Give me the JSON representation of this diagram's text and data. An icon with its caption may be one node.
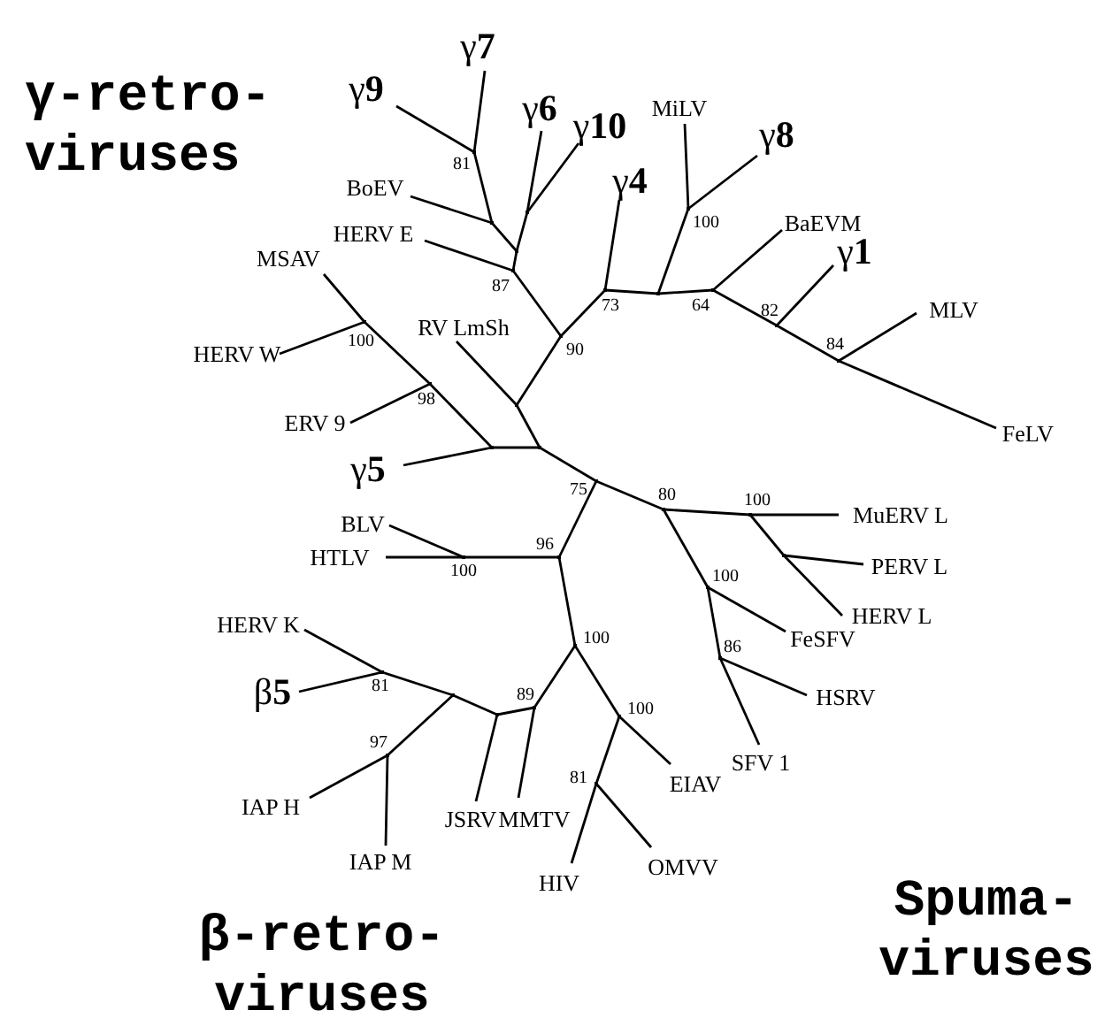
{
  "diagram": {
    "nodes": [
      {
        "text": [
          "γ**7**"
        ]
      },
      {
        "text": [
          "γ**9**"
        ]
      },
      {
        "text": [
          "γ**6**"
        ]
      },
      {
        "text": [
          "γ**10**"
        ]
      },
      {
        "text": [
          "BoEV"
        ]
      },
      {
        "text": [
          "HERV E"
        ]
      },
      {
        "text": [
          "MiLV"
        ]
      },
      {
        "text": [
          "γ**8**"
        ]
      },
      {
        "text": [
          "γ**4**"
        ]
      },
      {
        "text": [
          "BaEVM"
        ]
      },
      {
        "text": [
          "γ**1**"
        ]
      },
      {
        "text": [
          "MLV"
        ]
      },
      {
        "text": [
          "MSAV"
        ]
      },
      {
        "text": [
          "HERV W"
        ]
      },
      {
        "text": [
          "RV LmSh"
        ]
      },
      {
        "text": [
          "ERV 9"
        ]
      },
      {
        "text": [
          "FeLV"
        ]
      },
      {
        "text": [
          "γ**5**"
        ]
      },
      {
        "text": [
          "BLV"
        ]
      },
      {
        "text": [
          "MuERV L"
        ]
      },
      {
        "text": [
          "HTLV"
        ]
      },
      {
        "text": [
          "PERV L"
        ]
      },
      {
        "text": [
          "HERV L"
        ]
      },
      {
        "text": [
          "HERV K"
        ]
      },
      {
        "text": [
          "FeSFV"
        ]
      },
      {
        "text": [
          "β**5**"
        ]
      },
      {
        "text": [
          "HSRV"
        ]
      },
      {
        "text": [
          "SFV 1"
        ]
      },
      {
        "text": [
          "EIAV"
        ]
      },
      {
        "text": [
          "IAP H"
        ]
      },
      {
        "text": [
          "JSRV"
        ]
      },
      {
        "text": [
          "MMTV"
        ]
      },
      {
        "text": [
          "IAP M"
        ]
      },
      {
        "text": [
          "HIV"
        ]
      },
      {
        "text": [
          "OMVV"
        ]
      },
      {
        "text": [],
        "shape": "point"
      },
      {
        "text": [],
        "shape": "point",
        "beside": [
          "90"
        ]
      },
      {
        "text": [],
        "shape": "point",
        "beside": [
          "87"
        ]
      },
      {
        "text": [],
        "shape": "point"
      },
      {
        "text": [],
        "shape": "point"
      },
      {
        "text": [],
        "shape": "point",
        "beside": [
          "81"
        ]
      },
      {
        "text": [],
        "shape": "point"
      },
      {
        "text": [],
        "shape": "point",
        "beside": [
          "73"
        ]
      },
      {
        "text": [],
        "shape": "point"
      },
      {
        "text": [],
        "shape": "point",
        "beside": [
          "100"
        ]
      },
      {
        "text": [],
        "shape": "point",
        "beside": [
          "64"
        ]
      },
      {
        "text": [],
        "shape": "point",
        "beside": [
          "82"
        ]
      },
      {
        "text": [],
        "shape": "point",
        "beside": [
          "84"
        ]
      },
      {
        "text": [],
        "shape": "point",
        "beside": [
          "100"
        ]
      },
      {
        "text": [],
        "shape": "point",
        "beside": [
          "98"
        ]
      },
      {
        "text": [],
        "shape": "point"
      },
      {
        "text": [],
        "shape": "point"
      },
      {
        "text": [],
        "shape": "point",
        "beside": [
          "75"
        ]
      },
      {
        "text": [],
        "shape": "point",
        "beside": [
          "80"
        ]
      },
      {
        "text": [],
        "shape": "point",
        "beside": [
          "100"
        ]
      },
      {
        "text": [],
        "shape": "point"
      },
      {
        "text": [],
        "shape": "point",
        "beside": [
          "100"
        ]
      },
      {
        "text": [],
        "shape": "point",
        "beside": [
          "86"
        ]
      },
      {
        "text": [],
        "shape": "point",
        "beside": [
          "96"
        ]
      },
      {
        "text": [],
        "shape": "point",
        "beside": [
          "100"
        ]
      },
      {
        "text": [],
        "shape": "point",
        "beside": [
          "100"
        ]
      },
      {
        "text": [],
        "shape": "point",
        "beside": [
          "89"
        ]
      },
      {
        "text": [],
        "shape": "point"
      },
      {
        "text": [],
        "shape": "point"
      },
      {
        "text": [],
        "shape": "point",
        "beside": [
          "81"
        ]
      },
      {
        "text": [],
        "shape": "point",
        "beside": [
          "97"
        ]
      },
      {
        "text": [],
        "shape": "point",
        "beside": [
          "100"
        ]
      },
      {
        "text": [],
        "shape": "point",
        "beside": [
          "81"
        ]
      }
    ],
    "edges": [
      {
        "from": 35,
        "to": 14,
        "arrow": "none"
      },
      {
        "from": 35,
        "to": 36,
        "arrow": "none"
      },
      {
        "from": 35,
        "to": 51,
        "arrow": "none"
      },
      {
        "from": 36,
        "to": 37,
        "arrow": "none"
      },
      {
        "from": 36,
        "to": 42,
        "arrow": "none"
      },
      {
        "from": 37,
        "to": 5,
        "arrow": "none"
      },
      {
        "from": 37,
        "to": 38,
        "arrow": "none"
      },
      {
        "from": 38,
        "to": 39,
        "arrow": "none"
      },
      {
        "from": 38,
        "to": 41,
        "arrow": "none"
      },
      {
        "from": 39,
        "to": 4,
        "arrow": "none"
      },
      {
        "from": 39,
        "to": 40,
        "arrow": "none"
      },
      {
        "from": 40,
        "to": 1,
        "arrow": "none"
      },
      {
        "from": 40,
        "to": 0,
        "arrow": "none"
      },
      {
        "from": 41,
        "to": 2,
        "arrow": "none"
      },
      {
        "from": 41,
        "to": 3,
        "arrow": "none"
      },
      {
        "from": 42,
        "to": 8,
        "arrow": "none"
      },
      {
        "from": 42,
        "to": 43,
        "arrow": "none"
      },
      {
        "from": 43,
        "to": 44,
        "arrow": "none"
      },
      {
        "from": 43,
        "to": 45,
        "arrow": "none"
      },
      {
        "from": 44,
        "to": 6,
        "arrow": "none"
      },
      {
        "from": 44,
        "to": 7,
        "arrow": "none"
      },
      {
        "from": 45,
        "to": 9,
        "arrow": "none"
      },
      {
        "from": 45,
        "to": 46,
        "arrow": "none"
      },
      {
        "from": 46,
        "to": 10,
        "arrow": "none"
      },
      {
        "from": 46,
        "to": 47,
        "arrow": "none"
      },
      {
        "from": 47,
        "to": 11,
        "arrow": "none"
      },
      {
        "from": 47,
        "to": 16,
        "arrow": "none"
      },
      {
        "from": 51,
        "to": 50,
        "arrow": "none"
      },
      {
        "from": 51,
        "to": 52,
        "arrow": "none"
      },
      {
        "from": 50,
        "to": 49,
        "arrow": "none"
      },
      {
        "from": 50,
        "to": 17,
        "arrow": "none"
      },
      {
        "from": 49,
        "to": 48,
        "arrow": "none"
      },
      {
        "from": 49,
        "to": 15,
        "arrow": "none"
      },
      {
        "from": 48,
        "to": 12,
        "arrow": "none"
      },
      {
        "from": 48,
        "to": 13,
        "arrow": "none"
      },
      {
        "from": 52,
        "to": 53,
        "arrow": "none"
      },
      {
        "from": 52,
        "to": 58,
        "arrow": "none"
      },
      {
        "from": 53,
        "to": 54,
        "arrow": "none"
      },
      {
        "from": 53,
        "to": 56,
        "arrow": "none"
      },
      {
        "from": 54,
        "to": 19,
        "arrow": "none"
      },
      {
        "from": 54,
        "to": 55,
        "arrow": "none"
      },
      {
        "from": 55,
        "to": 21,
        "arrow": "none"
      },
      {
        "from": 55,
        "to": 22,
        "arrow": "none"
      },
      {
        "from": 56,
        "to": 24,
        "arrow": "none"
      },
      {
        "from": 56,
        "to": 57,
        "arrow": "none"
      },
      {
        "from": 57,
        "to": 26,
        "arrow": "none"
      },
      {
        "from": 57,
        "to": 27,
        "arrow": "none"
      },
      {
        "from": 58,
        "to": 59,
        "arrow": "none"
      },
      {
        "from": 58,
        "to": 60,
        "arrow": "none"
      },
      {
        "from": 59,
        "to": 18,
        "arrow": "none"
      },
      {
        "from": 59,
        "to": 20,
        "arrow": "none"
      },
      {
        "from": 60,
        "to": 61,
        "arrow": "none"
      },
      {
        "from": 60,
        "to": 66,
        "arrow": "none"
      },
      {
        "from": 61,
        "to": 31,
        "arrow": "none"
      },
      {
        "from": 61,
        "to": 62,
        "arrow": "none"
      },
      {
        "from": 62,
        "to": 30,
        "arrow": "none"
      },
      {
        "from": 62,
        "to": 63,
        "arrow": "none"
      },
      {
        "from": 63,
        "to": 64,
        "arrow": "none"
      },
      {
        "from": 63,
        "to": 65,
        "arrow": "none"
      },
      {
        "from": 64,
        "to": 23,
        "arrow": "none"
      },
      {
        "from": 64,
        "to": 25,
        "arrow": "none"
      },
      {
        "from": 65,
        "to": 29,
        "arrow": "none"
      },
      {
        "from": 65,
        "to": 32,
        "arrow": "none"
      },
      {
        "from": 66,
        "to": 28,
        "arrow": "none"
      },
      {
        "from": 66,
        "to": 67,
        "arrow": "none"
      },
      {
        "from": 67,
        "to": 33,
        "arrow": "none"
      },
      {
        "from": 67,
        "to": 34,
        "arrow": "none"
      }
    ],
    "labels": [
      "γ-retro- viruses",
      "Spuma- viruses",
      "β-retro- viruses"
    ]
  }
}
